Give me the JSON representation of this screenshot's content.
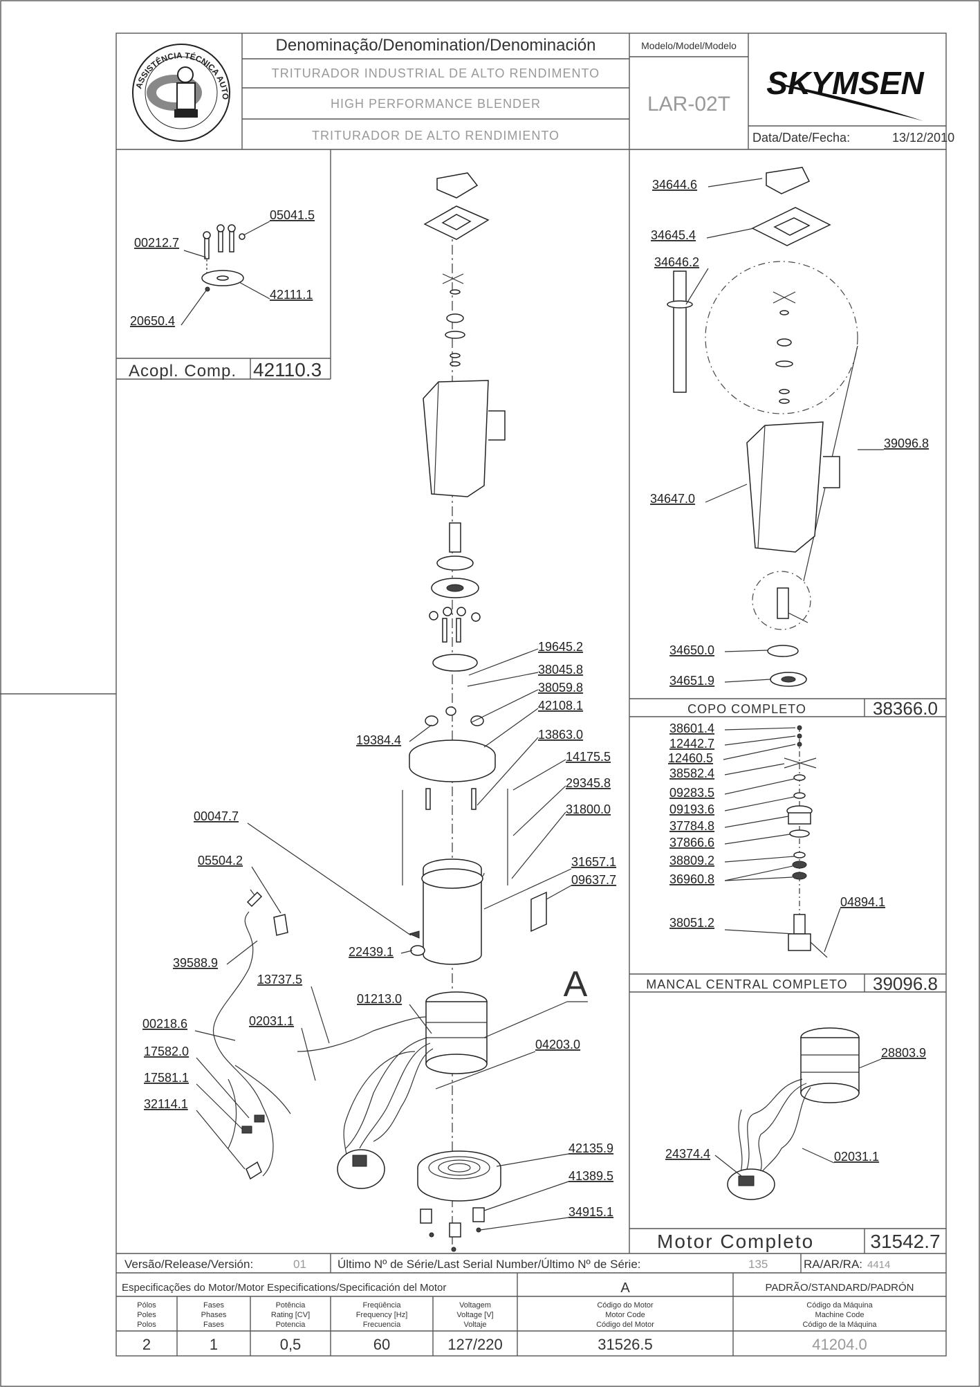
{
  "header": {
    "denomination_label": "Denominação/Denomination/Denominación",
    "desc_pt": "TRITURADOR INDUSTRIAL DE ALTO RENDIMENTO",
    "desc_en": "HIGH PERFORMANCE BLENDER",
    "desc_es": "TRITURADOR DE ALTO RENDIMIENTO",
    "model_label": "Modelo/Model/Modelo",
    "model_value": "LAR-02T",
    "brand": "SKYMSEN",
    "date_label": "Data/Date/Fecha:",
    "date_value": "13/12/2010",
    "seal_text": "ASSISTÊNCIA TÉCNICA AUTORIZADA"
  },
  "coupling": {
    "parts": [
      "05041.5",
      "00212.7",
      "42111.1",
      "20650.4"
    ],
    "label": "Acopl. Comp.",
    "code": "42110.3"
  },
  "cup": {
    "parts": [
      "34644.6",
      "34645.4",
      "34646.2",
      "39096.8",
      "34647.0",
      "34650.0",
      "34651.9"
    ],
    "label": "COPO COMPLETO",
    "code": "38366.0"
  },
  "bearing": {
    "parts": [
      "38601.4",
      "12442.7",
      "12460.5",
      "38582.4",
      "09283.5",
      "09193.6",
      "37784.8",
      "37866.6",
      "38809.2",
      "36960.8",
      "04894.1",
      "38051.2"
    ],
    "label": "MANCAL CENTRAL COMPLETO",
    "code": "39096.8"
  },
  "motor": {
    "parts": [
      "28803.9",
      "24374.4",
      "02031.1"
    ],
    "label": "Motor Completo",
    "code": "31542.7"
  },
  "main": {
    "parts_right": [
      "19645.2",
      "38045.8",
      "38059.8",
      "42108.1",
      "13863.0",
      "14175.5",
      "29345.8",
      "31800.0",
      "31657.1",
      "09637.7",
      "04203.0",
      "42135.9",
      "41389.5",
      "34915.1"
    ],
    "parts_left": [
      "19384.4",
      "00047.7",
      "05504.2",
      "39588.9",
      "22439.1",
      "13737.5",
      "01213.0",
      "00218.6",
      "02031.1",
      "17582.0",
      "17581.1",
      "32114.1"
    ],
    "detail_mark": "A"
  },
  "footer": {
    "release_label": "Versão/Release/Versión:",
    "release_value": "01",
    "serial_label": "Último Nº de Série/Last Serial Number/Último Nº de Série:",
    "serial_value": "135",
    "ra_label": "RA/AR/RA:",
    "ra_value": "4414",
    "motor_spec_label": "Especificações do Motor/Motor Especifications/Specificación del Motor",
    "variant": "A",
    "standard_label": "PADRÃO/STANDARD/PADRÓN",
    "col_poles": [
      "Pólos",
      "Poles",
      "Polos"
    ],
    "col_phases": [
      "Fases",
      "Phases",
      "Fases"
    ],
    "col_rating": [
      "Potência",
      "Rating [CV]",
      "Potencia"
    ],
    "col_freq": [
      "Freqüência",
      "Frequency [Hz]",
      "Frecuencia"
    ],
    "col_voltage": [
      "Voltagem",
      "Voltage [V]",
      "Voltaje"
    ],
    "col_motor_code": [
      "Código do Motor",
      "Motor Code",
      "Código del Motor"
    ],
    "col_machine_code": [
      "Código da Máquina",
      "Machine Code",
      "Código de la Máquina"
    ],
    "val_poles": "2",
    "val_phases": "1",
    "val_rating": "0,5",
    "val_freq": "60",
    "val_voltage": "127/220",
    "val_motor_code": "31526.5",
    "val_machine_code": "41204.0"
  }
}
